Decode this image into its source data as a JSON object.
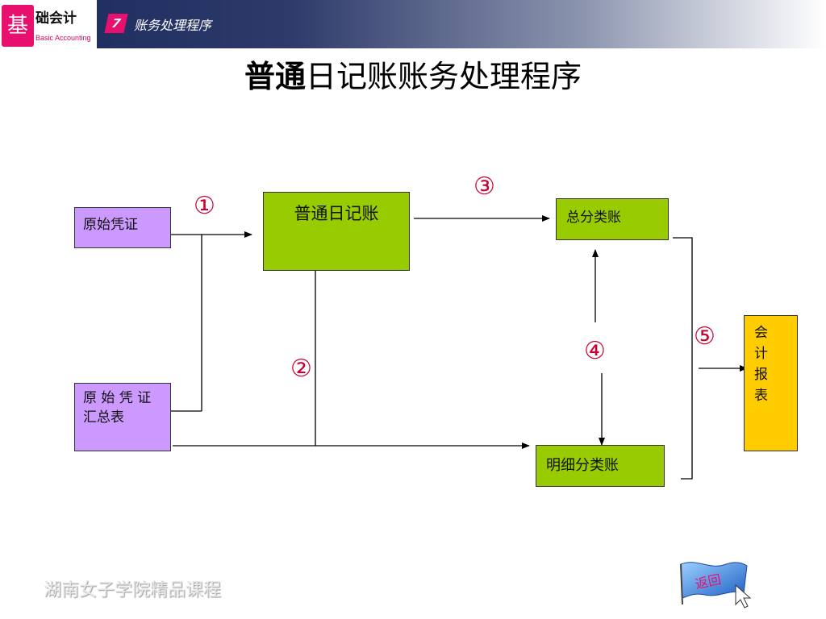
{
  "header": {
    "logo_char": "基",
    "logo_title": "础会计",
    "logo_subtitle": "Basic Accounting",
    "chapter_number": "7",
    "chapter_title": "账务处理程序"
  },
  "slide": {
    "title_bold": "普通",
    "title_rest": "日记账账务处理程序"
  },
  "diagram": {
    "boxes": {
      "original_voucher": "原始凭证",
      "voucher_summary": "原 始 凭 证汇总表",
      "general_journal": "普通日记账",
      "general_ledger": "总分类账",
      "subsidiary_ledger": "明细分类账",
      "accounting_report": "会计报表"
    },
    "steps": [
      "①",
      "②",
      "③",
      "④",
      "⑤"
    ]
  },
  "footer": {
    "text": "湖南女子学院精品课程",
    "back_button": "返回"
  },
  "colors": {
    "purple": "#cc99ff",
    "green": "#99cc00",
    "yellow": "#ffcc00",
    "step_red": "#cc0033",
    "brand_pink": "#e8106e"
  }
}
